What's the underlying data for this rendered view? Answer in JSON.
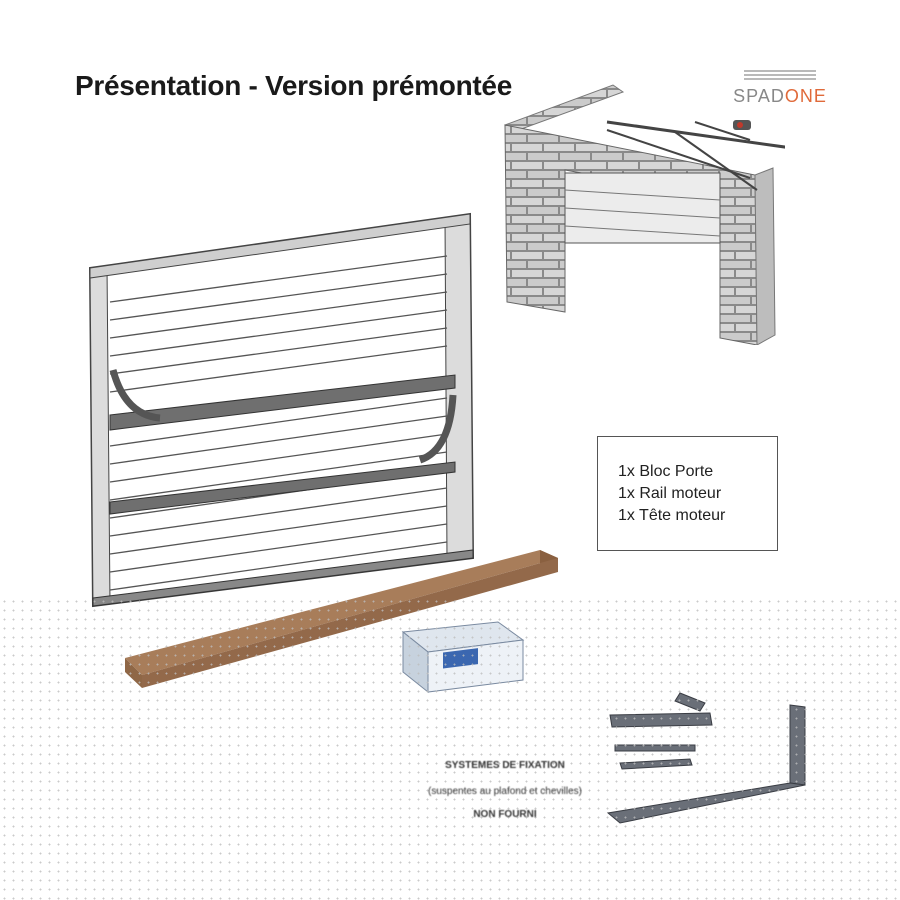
{
  "title": "Présentation - Version prémontée",
  "brand": {
    "prefix": "SPAD",
    "suffix": "ONE"
  },
  "contents": [
    "1x Bloc Porte",
    "1x Rail moteur",
    "1x Tête moteur"
  ],
  "fixing_caption": {
    "line1": "SYSTEMES DE FIXATION",
    "line2": "(suspentes au plafond et chevilles)",
    "line3": "NON FOURNI"
  },
  "colors": {
    "brand_accent": "#e06a3a",
    "brick": "#c8c8c8",
    "panel_frame": "#444444",
    "wood": "#a87d5a"
  }
}
